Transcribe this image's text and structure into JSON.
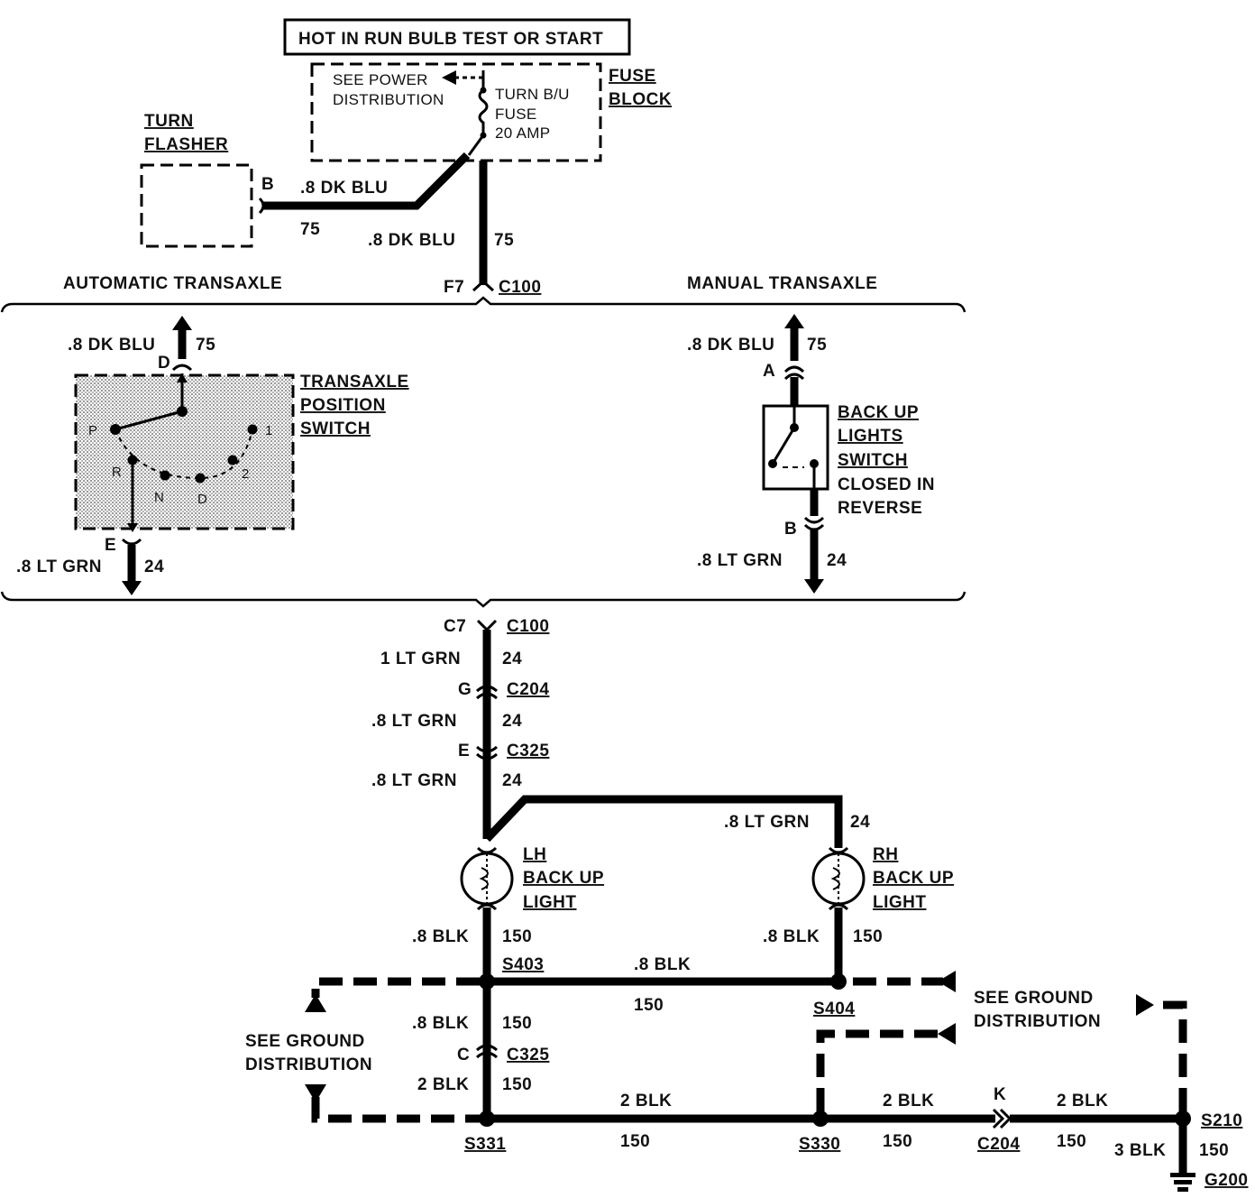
{
  "fuse": {
    "header": "HOT IN RUN BULB TEST OR START",
    "power_note_1": "SEE POWER",
    "power_note_2": "DISTRIBUTION",
    "name_1": "TURN B/U",
    "name_2": "FUSE",
    "rating": "20 AMP",
    "block_1": "FUSE",
    "block_2": "BLOCK"
  },
  "flasher": {
    "title_1": "TURN",
    "title_2": "FLASHER",
    "terminal": "B",
    "wire": ".8 DK BLU",
    "circuit": "75"
  },
  "feed": {
    "wire": ".8 DK BLU",
    "circuit": "75",
    "pin": "F7",
    "connector": "C100"
  },
  "auto": {
    "heading": "AUTOMATIC TRANSAXLE",
    "in_wire": ".8 DK BLU",
    "in_circuit": "75",
    "in_pin": "D",
    "switch_1": "TRANSAXLE",
    "switch_2": "POSITION",
    "switch_3": "SWITCH",
    "pos_p": "P",
    "pos_r": "R",
    "pos_n": "N",
    "pos_d": "D",
    "pos_2": "2",
    "pos_1": "1",
    "out_pin": "E",
    "out_wire": ".8 LT GRN",
    "out_circuit": "24"
  },
  "manual": {
    "heading": "MANUAL TRANSAXLE",
    "in_wire": ".8 DK BLU",
    "in_circuit": "75",
    "in_pin": "A",
    "switch_1": "BACK UP",
    "switch_2": "LIGHTS",
    "switch_3": "SWITCH",
    "switch_4": "CLOSED IN",
    "switch_5": "REVERSE",
    "out_pin": "B",
    "out_wire": ".8 LT GRN",
    "out_circuit": "24"
  },
  "trunk": {
    "c100_pin": "C7",
    "c100": "C100",
    "w1": "1 LT GRN",
    "c1": "24",
    "c204_pin": "G",
    "c204": "C204",
    "w2": ".8 LT GRN",
    "c2": "24",
    "c325_pin": "E",
    "c325": "C325",
    "w3": ".8 LT GRN",
    "c3": "24",
    "rh_wire": ".8 LT GRN",
    "rh_circuit": "24"
  },
  "lights": {
    "lh_1": "LH",
    "lh_2": "BACK UP",
    "lh_3": "LIGHT",
    "rh_1": "RH",
    "rh_2": "BACK UP",
    "rh_3": "LIGHT"
  },
  "ground": {
    "lh_wire": ".8 BLK",
    "lh_circuit": "150",
    "rh_wire": ".8 BLK",
    "rh_circuit": "150",
    "s403": "S403",
    "s404": "S404",
    "mid_wire": ".8 BLK",
    "mid_circuit": "150",
    "see_gnd_r1": "SEE GROUND",
    "see_gnd_r2": "DISTRIBUTION",
    "see_gnd_l1": "SEE GROUND",
    "see_gnd_l2": "DISTRIBUTION",
    "v_wire": ".8 BLK",
    "v_circuit": "150",
    "c325_pin": "C",
    "c325": "C325",
    "v2_wire": "2 BLK",
    "v2_circuit": "150",
    "s331": "S331",
    "s330": "S330",
    "b1_wire": "2 BLK",
    "b1_circuit": "150",
    "b2_wire": "2 BLK",
    "b2_circuit": "150",
    "c204_pin": "K",
    "c204": "C204",
    "b3_wire": "2 BLK",
    "b3_circuit": "150",
    "s210": "S210",
    "g_wire": "3 BLK",
    "g_circuit": "150",
    "g200": "G200"
  }
}
